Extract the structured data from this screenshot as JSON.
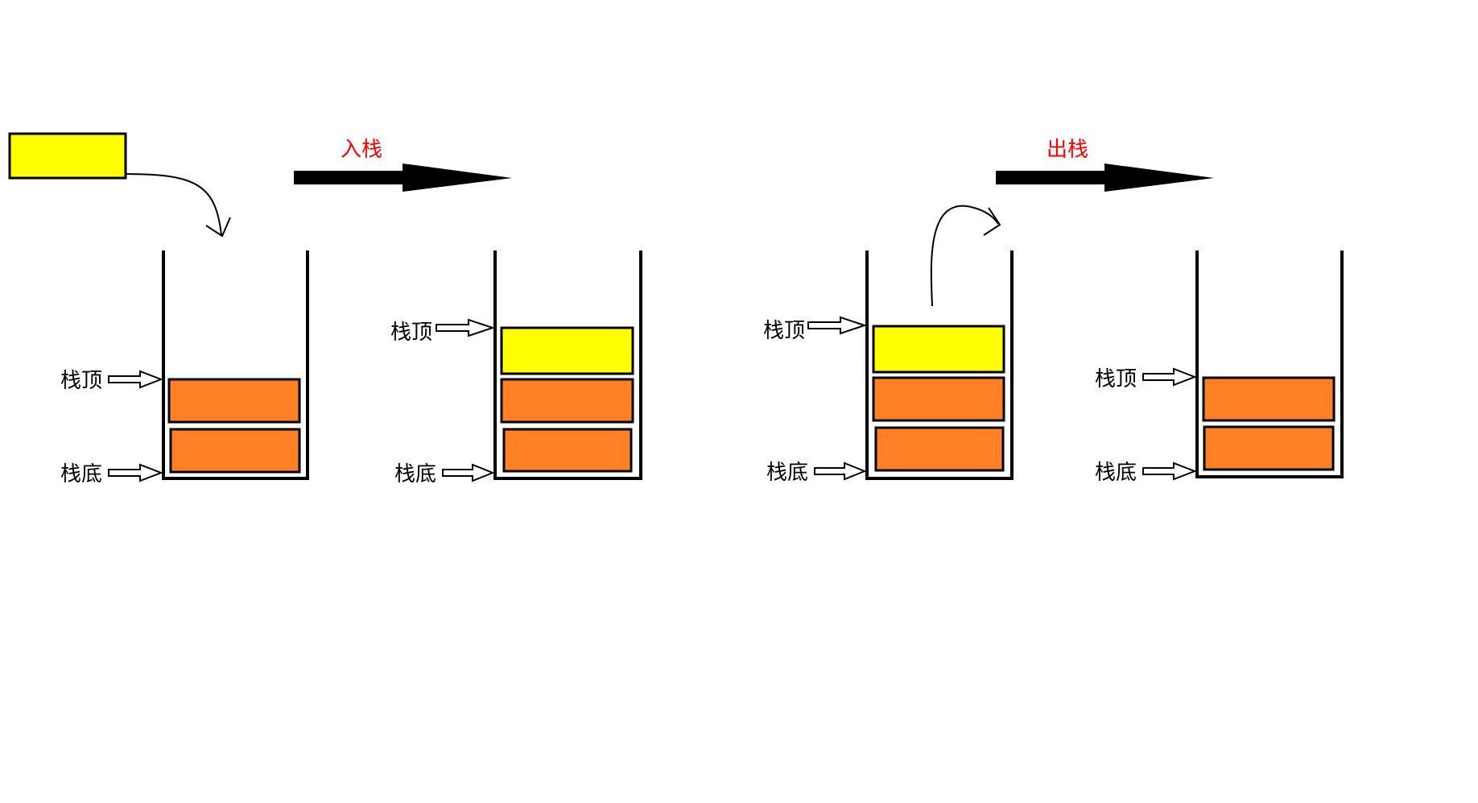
{
  "labels": {
    "top": "栈顶",
    "bottom": "栈底",
    "push": "入栈",
    "pop": "出栈"
  },
  "colors": {
    "new_element": "#ffff00",
    "element": "#ff8025",
    "operation_label": "#ff0000",
    "stroke": "#000000"
  },
  "stages": [
    {
      "id": "before-push",
      "elements": [
        "orange",
        "orange"
      ],
      "incoming": "yellow"
    },
    {
      "id": "after-push",
      "elements": [
        "yellow",
        "orange",
        "orange"
      ]
    },
    {
      "id": "before-pop",
      "elements": [
        "yellow",
        "orange",
        "orange"
      ],
      "outgoing": "yellow"
    },
    {
      "id": "after-pop",
      "elements": [
        "orange",
        "orange"
      ]
    }
  ]
}
